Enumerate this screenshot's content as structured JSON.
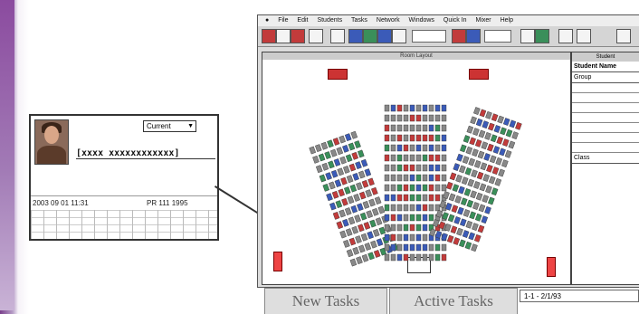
{
  "menubar": [
    "File",
    "Edit",
    "Students",
    "Tasks",
    "Network",
    "Windows",
    "Quick In",
    "Mixer",
    "Help"
  ],
  "seat_window": {
    "title": "Room Layout"
  },
  "profile": {
    "name": "[xxxx xxxxxxxxxxxx]",
    "select_value": "Current",
    "data_left": "2003 09 01 11:31",
    "data_right": "PR 111 1995"
  },
  "side_panel": {
    "header": "Student",
    "title": "Student Name",
    "subtitle": "Group",
    "footer": "Class"
  },
  "tabs": [
    "New Tasks",
    "Active Tasks"
  ],
  "combo_value": "1-1 - 2/1/93",
  "colors": {
    "accent": "#8b4b9f",
    "seat_red": "#c23b3b",
    "seat_blue": "#3b5bb8",
    "seat_green": "#3a8f5a",
    "seat_gray": "#888888"
  }
}
